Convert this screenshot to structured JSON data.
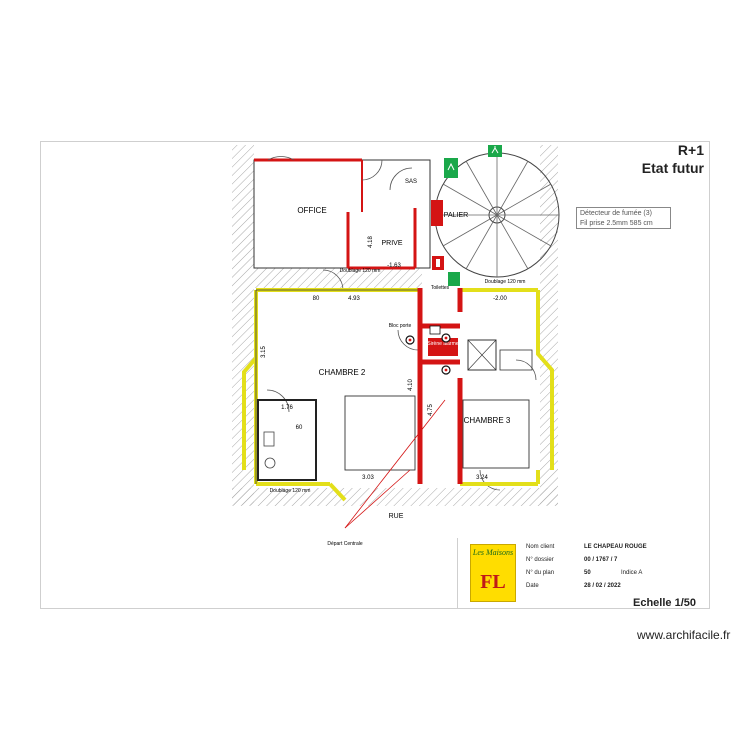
{
  "header": {
    "level": "R+1",
    "state": "Etat futur"
  },
  "legend": {
    "line1": "Détecteur de fumée (3)",
    "line2": "Fil prise 2.5mm 585 cm"
  },
  "rooms": {
    "office": "OFFICE",
    "sas": "SAS",
    "palier": "PALIER",
    "prive": "PRIVE",
    "chambre2": "CHAMBRE 2",
    "chambre3": "CHAMBRE 3",
    "rue": "RUE"
  },
  "dims": {
    "d493": "4.93",
    "d80": "80",
    "d303": "3.03",
    "d324": "3.24",
    "d163": "-1.63",
    "d418": "4.18",
    "d315": "3.15",
    "d176": "1.76",
    "d60": "60",
    "d200": "-2.00",
    "d410": "4.10",
    "d475": "4.75"
  },
  "notes": {
    "doublage_top": "Doublage 120 mm",
    "doublage_mid": "Doublage 120 mm",
    "doublage_bottom": "Doublage 120 mm",
    "doublage_right_top": "Doublage 120 mm",
    "bloc_porte": "Bloc porte",
    "depart": "Départ Centrale",
    "toilettes": "Toilettes"
  },
  "signs": {
    "sirene": "Sirène alarme",
    "alarme": "Sirène"
  },
  "title_block": {
    "nom_client_label": "Nom client",
    "nom_client": "LE CHAPEAU ROUGE",
    "dossier_label": "N° dossier",
    "dossier": "00 / 1767 / 7",
    "plan_label": "N° du plan",
    "plan": "50",
    "indice": "Indice A",
    "date_label": "Date",
    "date": "28 / 02 / 2022"
  },
  "logo": {
    "line1": "Les Maisons",
    "line2": "FL"
  },
  "scale": "Echelle 1/50",
  "footer": "www.archifacile.fr",
  "colors": {
    "wall_new": "#d41414",
    "wall_insulation": "#e3df1a",
    "hatch": "#9a9a9a",
    "exit_sign": "#1aa84a"
  }
}
